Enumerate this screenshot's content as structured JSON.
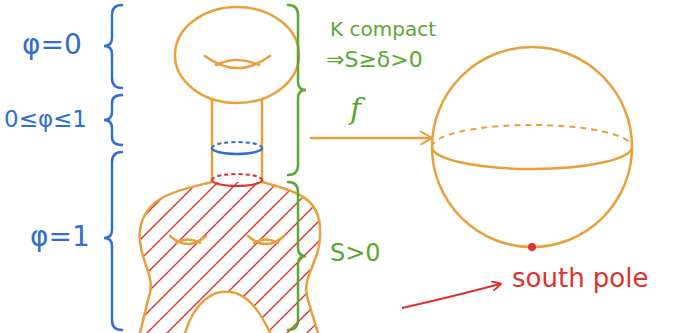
{
  "diagram": {
    "labels": [
      "φ=0",
      "0≤φ≤1",
      "φ=1",
      "K compact",
      "⇒S≥δ>0",
      "f",
      "S>0",
      "south pole"
    ]
  }
}
